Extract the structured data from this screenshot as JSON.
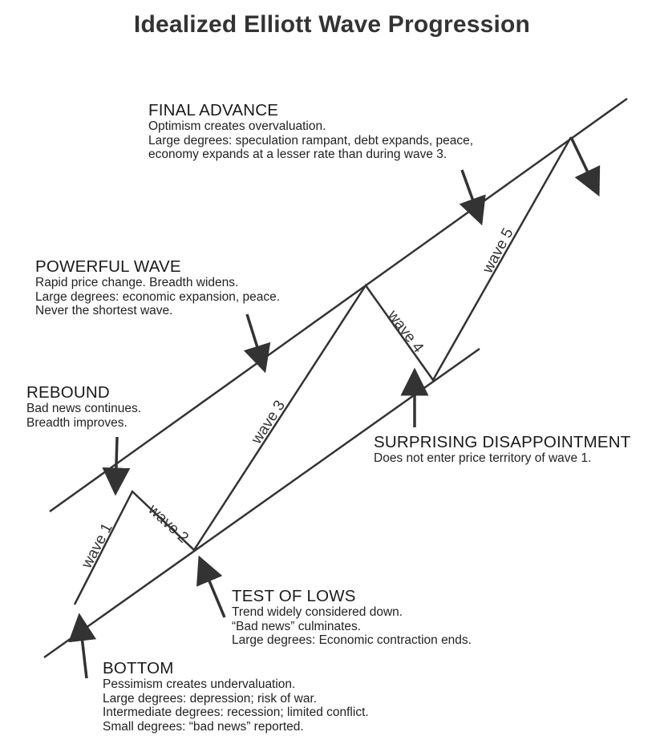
{
  "title": "Idealized Elliott Wave Progression",
  "wave_labels": [
    "wave 1",
    "wave 2",
    "wave 3",
    "wave 4",
    "wave 5"
  ],
  "annotations": {
    "final_advance": {
      "heading": "FINAL ADVANCE",
      "lines": [
        "Optimism creates overvaluation.",
        "Large degrees: speculation rampant, debt expands, peace,",
        "economy expands at a lesser rate than during wave 3."
      ]
    },
    "powerful_wave": {
      "heading": "POWERFUL WAVE",
      "lines": [
        "Rapid price change. Breadth widens.",
        "Large degrees: economic expansion, peace.",
        "Never the shortest wave."
      ]
    },
    "rebound": {
      "heading": "REBOUND",
      "lines": [
        "Bad news continues.",
        "Breadth improves."
      ]
    },
    "surprising_disappointment": {
      "heading": "SURPRISING DISAPPOINTMENT",
      "lines": [
        "Does not enter price territory of wave 1."
      ]
    },
    "test_of_lows": {
      "heading": "TEST OF LOWS",
      "lines": [
        "Trend widely considered down.",
        "“Bad news” culminates.",
        "Large degrees: Economic contraction ends."
      ]
    },
    "bottom": {
      "heading": "BOTTOM",
      "lines": [
        "Pessimism creates undervaluation.",
        "Large degrees: depression; risk of war.",
        "Intermediate degrees: recession; limited conflict.",
        "Small degrees: “bad news” reported."
      ]
    }
  },
  "colors": {
    "line": "#333333",
    "text": "#222222"
  }
}
